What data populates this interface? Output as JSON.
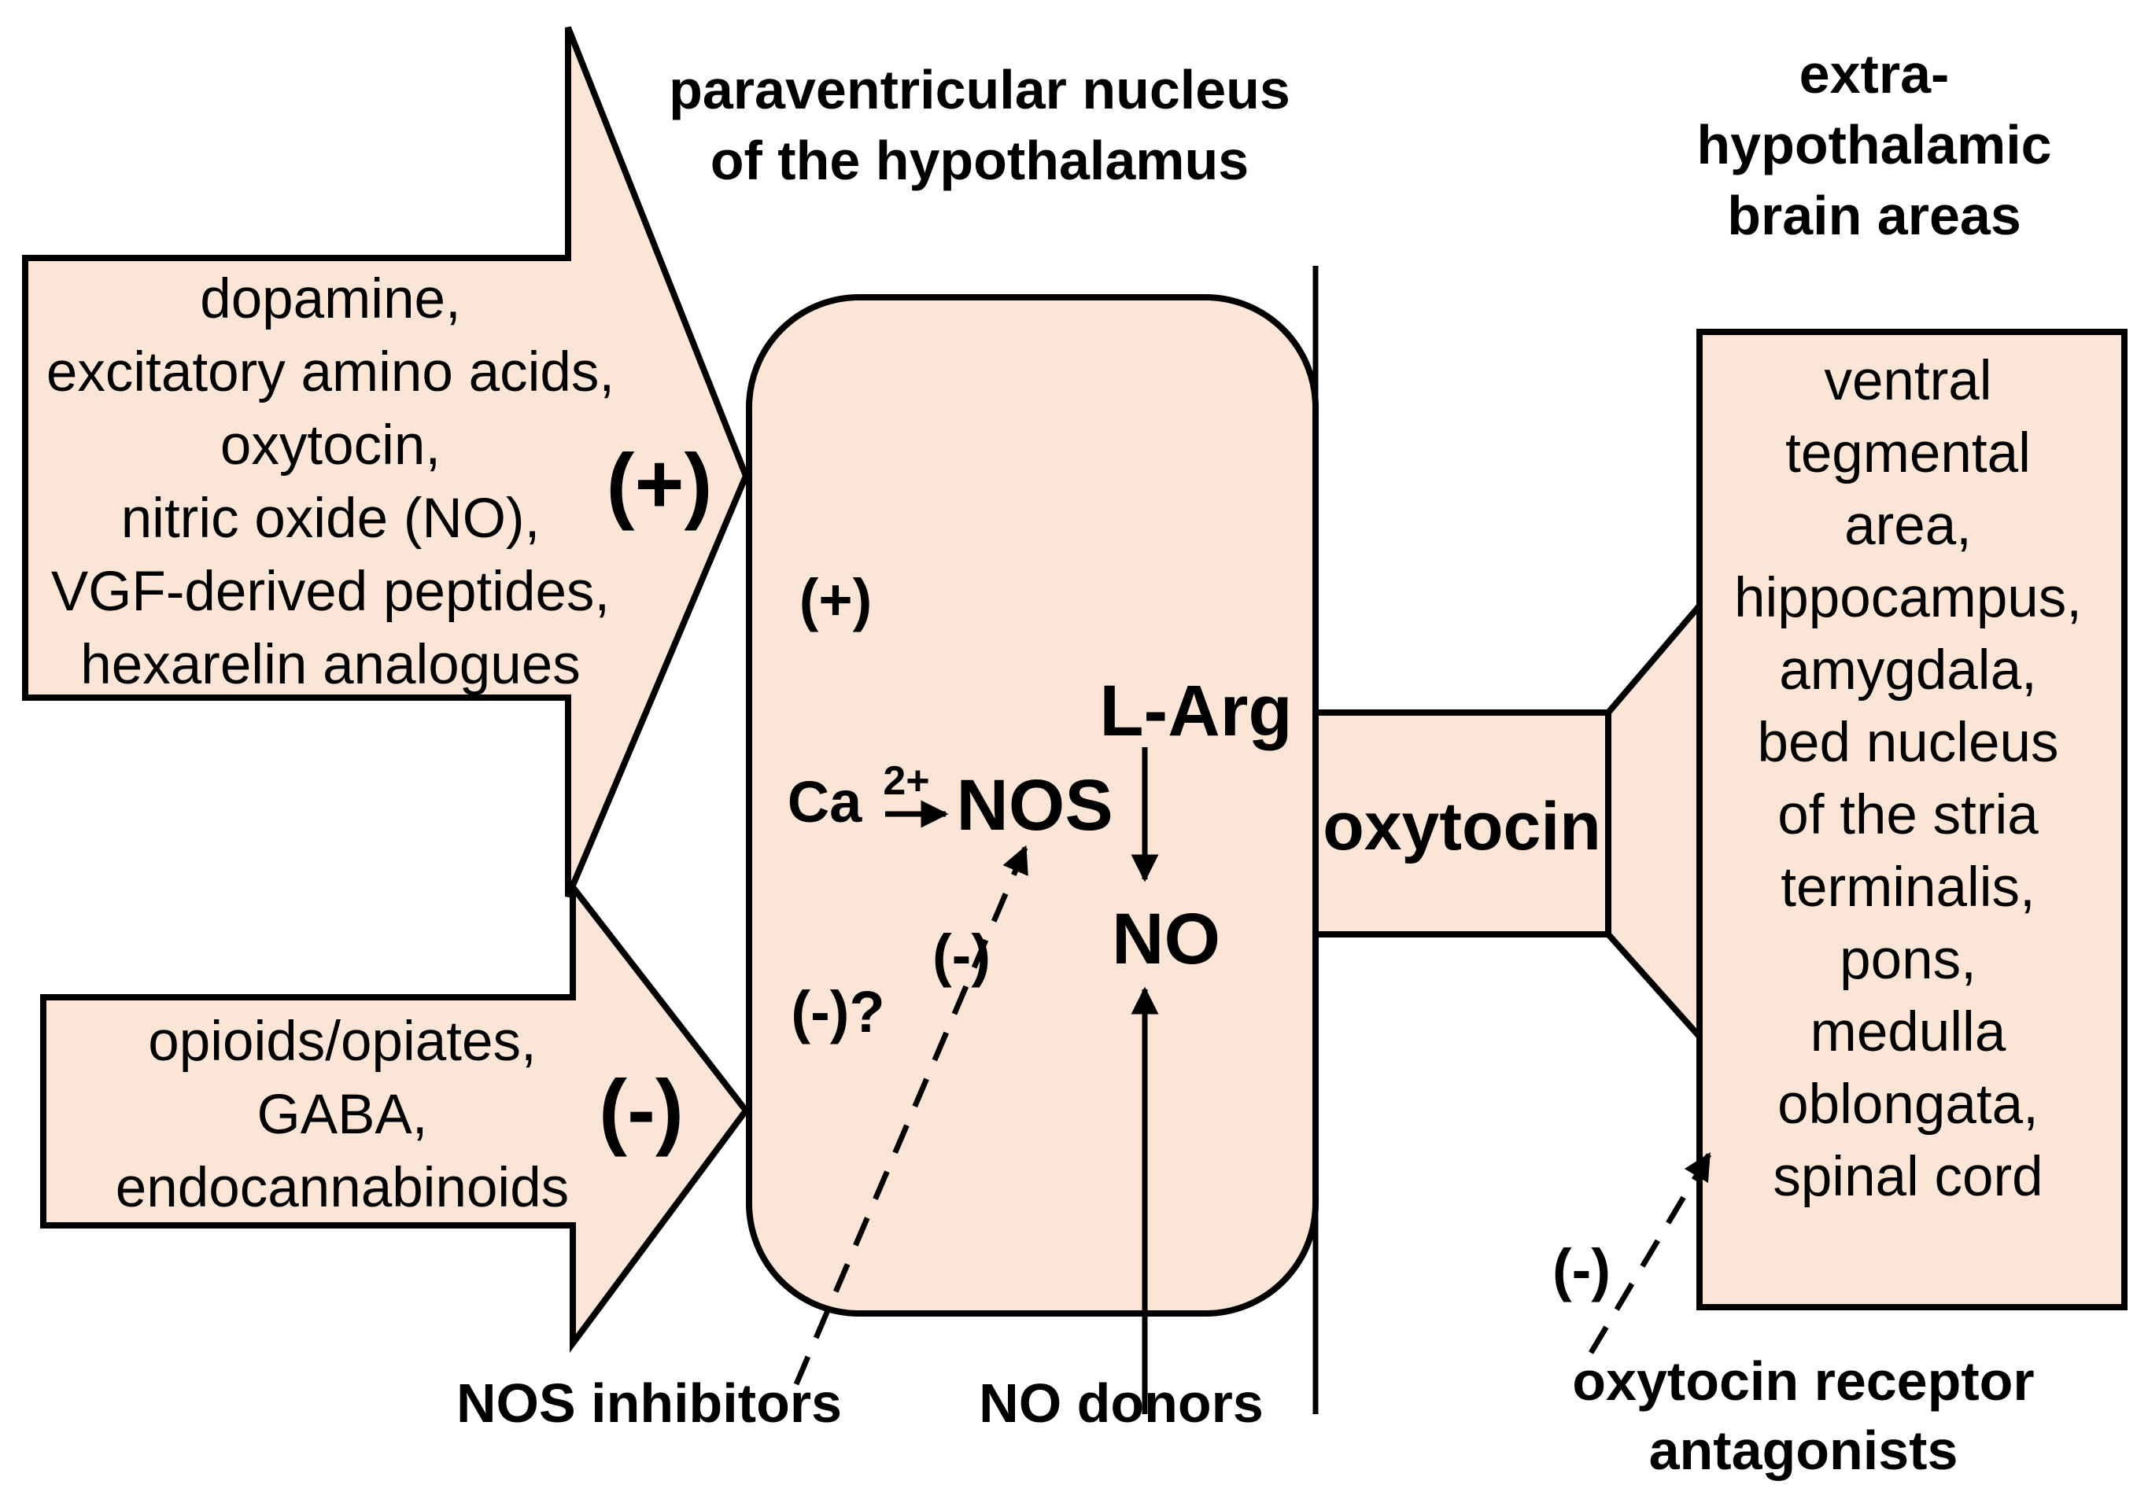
{
  "headers": {
    "pvn": [
      "paraventricular nucleus",
      "of the hypothalamus"
    ],
    "extra": [
      "extra-",
      "hypothalamic",
      "brain areas"
    ]
  },
  "excitatory": {
    "items": [
      "dopamine,",
      "excitatory amino acids,",
      "oxytocin,",
      "nitric oxide (NO),",
      "VGF-derived peptides,",
      "hexarelin analogues"
    ],
    "sign": "(+)"
  },
  "inhibitory": {
    "items": [
      "opioids/opiates,",
      "GABA,",
      "endocannabinoids"
    ],
    "sign": "(-)"
  },
  "cell": {
    "plus": "(+)",
    "larg": "L-Arg",
    "ca": "Ca",
    "ca_sup": "2+",
    "nos": "NOS",
    "no": "NO",
    "minus_q": "(-)?",
    "minus_dashed": "(-)"
  },
  "output": {
    "label": "oxytocin"
  },
  "targets": {
    "items": [
      "ventral",
      "tegmental",
      "area,",
      "hippocampus,",
      "amygdala,",
      "bed nucleus",
      "of the stria",
      "terminalis,",
      "pons,",
      "medulla",
      "oblongata,",
      "spinal cord"
    ]
  },
  "bottom": {
    "nos_inhibitors": "NOS inhibitors",
    "no_donors": "NO donors",
    "receptor_antagonists": [
      "oxytocin receptor",
      "antagonists"
    ],
    "antagonist_sign": "(-)"
  }
}
